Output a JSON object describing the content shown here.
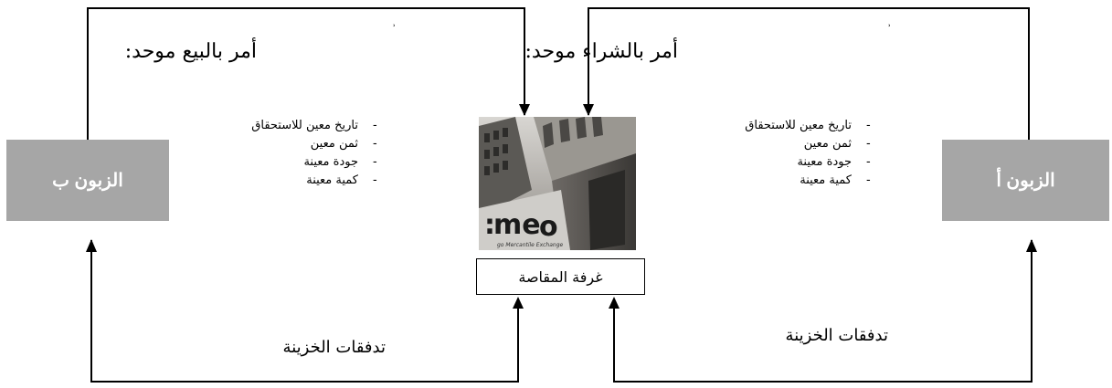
{
  "customers": {
    "left": "الزبون ب",
    "right": "الزبون أ"
  },
  "sell_order": {
    "title": "أمر بالبيع موحد:",
    "items": [
      "تاريخ  معين للاستحقاق",
      "ثمن معين",
      "جودة معينة",
      "كمية معينة"
    ]
  },
  "buy_order": {
    "title": "أمر بالشراء موحد:",
    "items": [
      "تاريخ  معين للاستحقاق",
      "ثمن معين",
      "جودة معينة",
      "كمية معينة"
    ]
  },
  "clearing_house": {
    "label": "غرفة المقاصة",
    "photo_text": "me",
    "photo_subtext": "go Mercantile Exchange"
  },
  "cash_flows": {
    "left": "تدفقات الخزينة",
    "right": "تدفقات الخزينة"
  },
  "colors": {
    "customer_box": "#a6a6a6",
    "line": "#000000"
  }
}
